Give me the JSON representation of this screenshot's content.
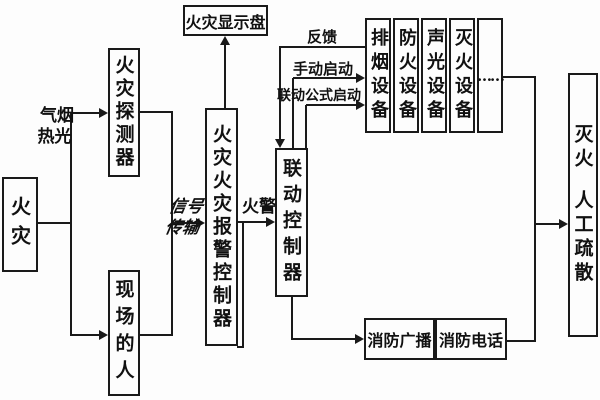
{
  "diagram": {
    "title_semantic": "fire-alarm-system-flowchart",
    "colors": {
      "line": "#1a1a1a",
      "background": "#fdfdfd",
      "text": "#111111"
    },
    "nodes": {
      "fire": {
        "label": "火灾"
      },
      "fire_detector": {
        "label": "火灾探测器"
      },
      "onsite_people": {
        "label": "现场的人"
      },
      "fire_display_panel": {
        "label": "火灾显示盘"
      },
      "fire_alarm_controller": {
        "label": "火灾火灾报警控制器"
      },
      "linkage_controller": {
        "label": "联动控制器"
      },
      "smoke_exhaust_equipment": {
        "label": "排烟设备"
      },
      "fire_protection_equipment": {
        "label": "防火设备"
      },
      "sound_light_equipment": {
        "label": "声光设备"
      },
      "fire_extinguishing_equipment": {
        "label": "灭火设备"
      },
      "more_equipment_ellipsis": {
        "label": "……"
      },
      "fire_broadcast": {
        "label": "消防广播"
      },
      "fire_telephone": {
        "label": "消防电话"
      },
      "extinguish": {
        "label": "灭火"
      },
      "manual_evacuation": {
        "label": "人工疏散"
      }
    },
    "edge_labels": {
      "gas_smoke": "气烟",
      "heat_light": "热光",
      "signal_line1": "信号",
      "signal_line2": "传输",
      "fire_alarm": "火警",
      "feedback": "反馈",
      "manual_start": "手动启动",
      "linkage_formula_start": "联动公式启动"
    }
  }
}
